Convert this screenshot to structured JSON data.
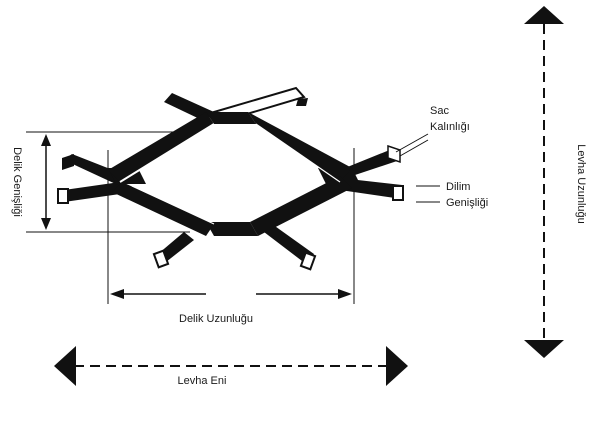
{
  "labels": {
    "sheet_thickness_line1": "Sac",
    "sheet_thickness_line2": "Kalınlığı",
    "strand_width_line1": "Dilim",
    "strand_width_line2": "Genişliği",
    "hole_width": "Delik Genişliği",
    "hole_length": "Delik Uzunluğu",
    "sheet_width": "Levha Eni",
    "sheet_length": "Levha Uzunluğu"
  },
  "colors": {
    "ink": "#111111",
    "background": "#ffffff"
  }
}
